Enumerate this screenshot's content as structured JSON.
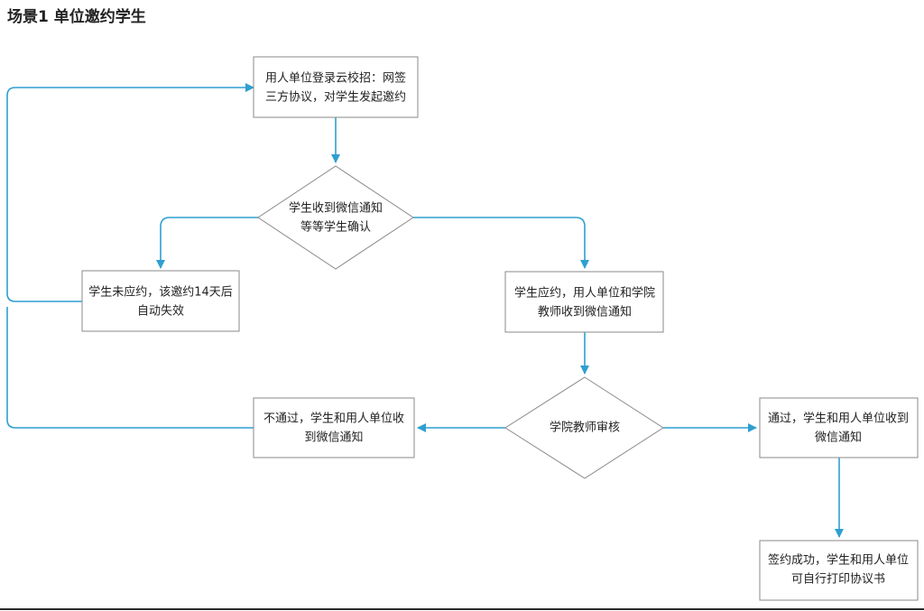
{
  "title": "场景1 单位邀约学生",
  "colors": {
    "edge": "#2f9fd0",
    "node_border": "#8a8a8a",
    "node_fill": "#ffffff"
  },
  "nodes": {
    "login": {
      "line1": "用人单位登录云校招：网签",
      "line2": "三方协议，对学生发起邀约"
    },
    "notify": {
      "line1": "学生收到微信通知",
      "line2": "等等学生确认"
    },
    "not_accept": {
      "line1": "学生未应约，该邀约14天后",
      "line2": "自动失效"
    },
    "accept": {
      "line1": "学生应约，用人单位和学院",
      "line2": "教师收到微信通知"
    },
    "review": {
      "line1": "学院教师审核"
    },
    "fail": {
      "line1": "不通过，学生和用人单位收",
      "line2": "到微信通知"
    },
    "pass": {
      "line1": "通过，学生和用人单位收到",
      "line2": "微信通知"
    },
    "success": {
      "line1": "签约成功，学生和用人单位",
      "line2": "可自行打印协议书"
    }
  }
}
